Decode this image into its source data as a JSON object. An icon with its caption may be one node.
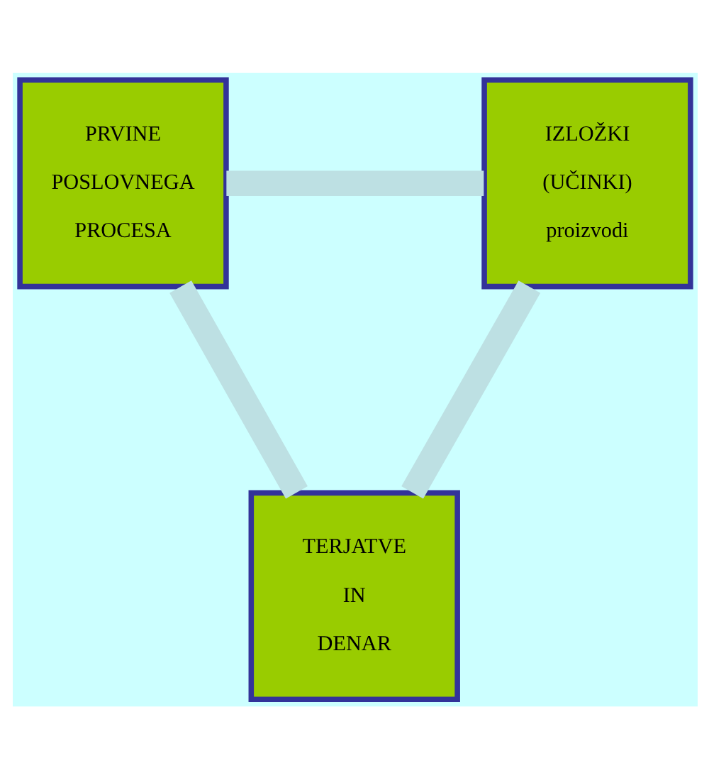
{
  "diagram": {
    "nodes": [
      {
        "text": [
          "PRVINE POSLOVNEGA PROCESA"
        ]
      },
      {
        "text": [
          "IZLOŽKI (UČINKI) proizvodi"
        ]
      },
      {
        "text": [
          "TERJATVE IN DENAR"
        ]
      }
    ],
    "edges": [
      {
        "from": 0,
        "to": 1,
        "arrow": "none"
      },
      {
        "from": 1,
        "to": 2,
        "arrow": "none"
      },
      {
        "from": 2,
        "to": 0,
        "arrow": "none"
      }
    ]
  }
}
